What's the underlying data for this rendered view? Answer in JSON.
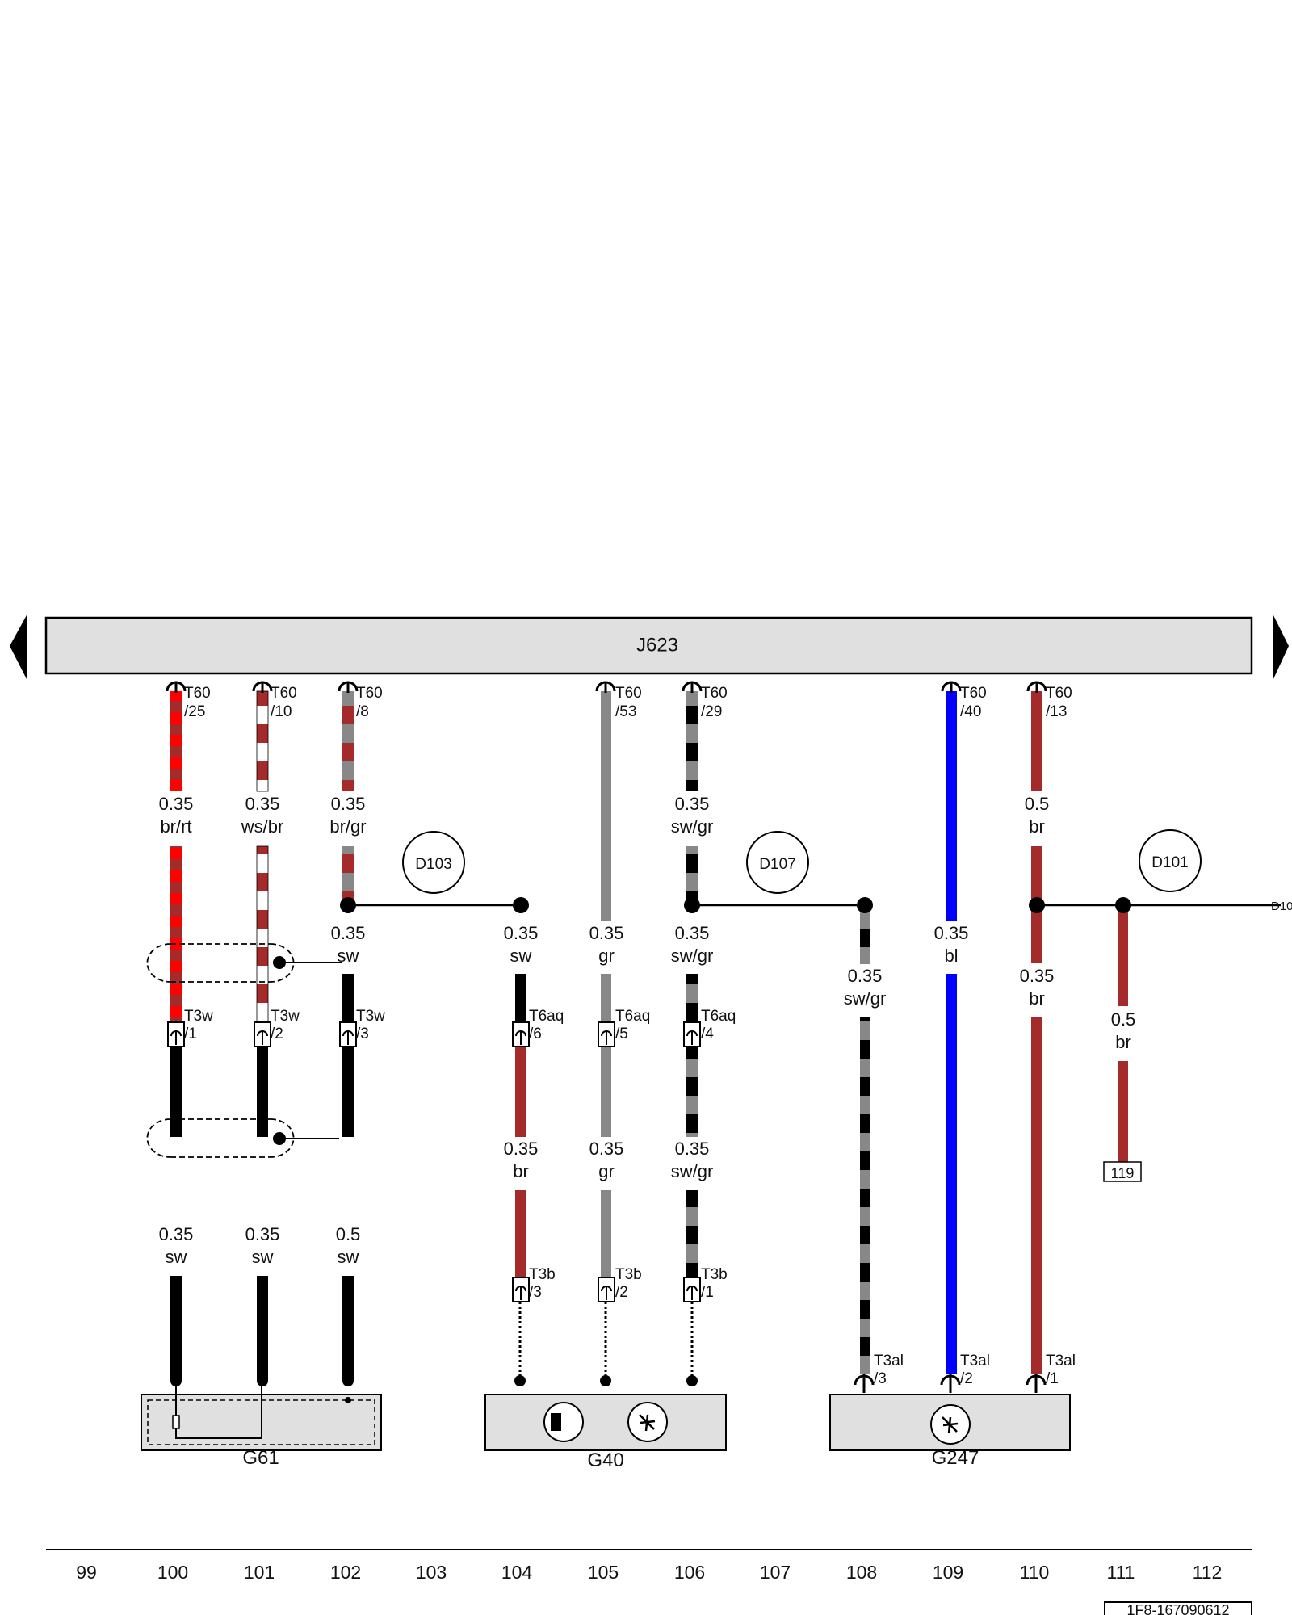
{
  "control_unit": {
    "name": "J623"
  },
  "components": [
    {
      "id": "g61",
      "name": "G61"
    },
    {
      "id": "g40",
      "name": "G40"
    },
    {
      "id": "g247",
      "name": "G247"
    }
  ],
  "splices": [
    "D103",
    "D107",
    "D101"
  ],
  "offpage": {
    "edge_label": "D10",
    "ref_box": "119",
    "doc_number": "1F8-167090612"
  },
  "colors": {
    "br": "#a52a2a",
    "rt": "#ff0000",
    "ws": "#ffffff",
    "sw": "#000000",
    "gr": "#888888",
    "bl": "#0000ff",
    "box_fill": "#e0e0e0"
  },
  "top_pins": [
    {
      "id": "tp1",
      "conn": "T60",
      "pin": "/25"
    },
    {
      "id": "tp2",
      "conn": "T60",
      "pin": "/10"
    },
    {
      "id": "tp3",
      "conn": "T60",
      "pin": "/8"
    },
    {
      "id": "tp4",
      "conn": "T60",
      "pin": "/53"
    },
    {
      "id": "tp5",
      "conn": "T60",
      "pin": "/29"
    },
    {
      "id": "tp6",
      "conn": "T60",
      "pin": "/40"
    },
    {
      "id": "tp7",
      "conn": "T60",
      "pin": "/13"
    }
  ],
  "mid_pins": [
    {
      "id": "mp1",
      "conn": "T3w",
      "pin": "/1"
    },
    {
      "id": "mp2",
      "conn": "T3w",
      "pin": "/2"
    },
    {
      "id": "mp3",
      "conn": "T3w",
      "pin": "/3"
    },
    {
      "id": "mp4",
      "conn": "T6aq",
      "pin": "/6"
    },
    {
      "id": "mp5",
      "conn": "T6aq",
      "pin": "/5"
    },
    {
      "id": "mp6",
      "conn": "T6aq",
      "pin": "/4"
    },
    {
      "id": "mp7",
      "conn": "T3b",
      "pin": "/3"
    },
    {
      "id": "mp8",
      "conn": "T3b",
      "pin": "/2"
    },
    {
      "id": "mp9",
      "conn": "T3b",
      "pin": "/1"
    },
    {
      "id": "mp10",
      "conn": "T3al",
      "pin": "/3"
    },
    {
      "id": "mp11",
      "conn": "T3al",
      "pin": "/2"
    },
    {
      "id": "mp12",
      "conn": "T3al",
      "pin": "/1"
    }
  ],
  "wire_labels": [
    {
      "id": "w1",
      "size": "0.35",
      "color": "br/rt"
    },
    {
      "id": "w2",
      "size": "0.35",
      "color": "ws/br"
    },
    {
      "id": "w3",
      "size": "0.35",
      "color": "br/gr"
    },
    {
      "id": "w4",
      "size": "0.35",
      "color": "sw/gr"
    },
    {
      "id": "w5",
      "size": "0.5",
      "color": "br"
    },
    {
      "id": "w6",
      "size": "0.35",
      "color": "sw"
    },
    {
      "id": "w7",
      "size": "0.35",
      "color": "sw"
    },
    {
      "id": "w8",
      "size": "0.35",
      "color": "gr"
    },
    {
      "id": "w9",
      "size": "0.35",
      "color": "sw/gr"
    },
    {
      "id": "w10",
      "size": "0.35",
      "color": "bl"
    },
    {
      "id": "w11",
      "size": "0.35",
      "color": "sw/gr"
    },
    {
      "id": "w12",
      "size": "0.35",
      "color": "br"
    },
    {
      "id": "w13",
      "size": "0.5",
      "color": "br"
    },
    {
      "id": "w14",
      "size": "0.35",
      "color": "br"
    },
    {
      "id": "w15",
      "size": "0.35",
      "color": "gr"
    },
    {
      "id": "w16",
      "size": "0.35",
      "color": "sw/gr"
    },
    {
      "id": "w17",
      "size": "0.35",
      "color": "sw"
    },
    {
      "id": "w18",
      "size": "0.35",
      "color": "sw"
    },
    {
      "id": "w19",
      "size": "0.5",
      "color": "sw"
    }
  ],
  "grid_numbers": [
    "99",
    "100",
    "101",
    "102",
    "103",
    "104",
    "105",
    "106",
    "107",
    "108",
    "109",
    "110",
    "111",
    "112"
  ]
}
